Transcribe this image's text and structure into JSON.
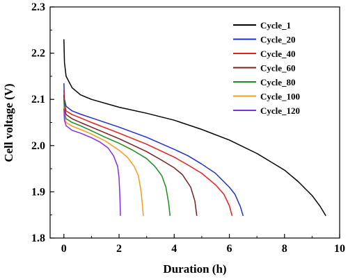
{
  "chart_data": {
    "type": "line",
    "xlabel": "Duration (h)",
    "ylabel": "Cell voltage (V)",
    "xlim": [
      -0.5,
      10
    ],
    "ylim": [
      1.8,
      2.3
    ],
    "xticks": [
      "0",
      "2",
      "4",
      "6",
      "8",
      "10"
    ],
    "xtick_values": [
      0,
      2,
      4,
      6,
      8,
      10
    ],
    "yticks": [
      "1.8",
      "1.9",
      "2.0",
      "2.1",
      "2.2",
      "2.3"
    ],
    "ytick_values": [
      1.8,
      1.9,
      2.0,
      2.1,
      2.2,
      2.3
    ],
    "grid": false,
    "legend_position": "top-right",
    "series": [
      {
        "name": "Cycle_1",
        "color": "#000000",
        "x": [
          0,
          0.02,
          0.08,
          0.3,
          0.6,
          1,
          2,
          3,
          4,
          5,
          6,
          7,
          7.5,
          8,
          8.5,
          9,
          9.3,
          9.5
        ],
        "y": [
          2.23,
          2.18,
          2.15,
          2.125,
          2.11,
          2.1,
          2.083,
          2.07,
          2.055,
          2.035,
          2.012,
          1.983,
          1.965,
          1.947,
          1.922,
          1.892,
          1.868,
          1.848
        ]
      },
      {
        "name": "Cycle_20",
        "color": "#1f2fd0",
        "x": [
          0,
          0.02,
          0.08,
          0.3,
          0.6,
          1,
          2,
          3,
          4,
          4.5,
          5,
          5.5,
          6,
          6.2,
          6.4,
          6.5
        ],
        "y": [
          2.135,
          2.1,
          2.085,
          2.075,
          2.068,
          2.06,
          2.04,
          2.018,
          1.992,
          1.978,
          1.96,
          1.94,
          1.91,
          1.895,
          1.868,
          1.848
        ]
      },
      {
        "name": "Cycle_40",
        "color": "#e81e1e",
        "x": [
          0,
          0.02,
          0.08,
          0.3,
          0.6,
          1,
          2,
          3,
          4,
          4.5,
          5,
          5.5,
          5.8,
          6,
          6.1
        ],
        "y": [
          2.12,
          2.09,
          2.075,
          2.067,
          2.06,
          2.05,
          2.027,
          2.003,
          1.975,
          1.958,
          1.94,
          1.915,
          1.895,
          1.87,
          1.848
        ]
      },
      {
        "name": "Cycle_60",
        "color": "#7a1e1e",
        "x": [
          0,
          0.02,
          0.08,
          0.3,
          0.6,
          1,
          2,
          3,
          3.5,
          4,
          4.3,
          4.6,
          4.75,
          4.82
        ],
        "y": [
          2.11,
          2.08,
          2.067,
          2.058,
          2.05,
          2.04,
          2.015,
          1.987,
          1.97,
          1.952,
          1.937,
          1.91,
          1.88,
          1.848
        ]
      },
      {
        "name": "Cycle_80",
        "color": "#1f8a1f",
        "x": [
          0,
          0.02,
          0.08,
          0.3,
          0.6,
          1,
          1.5,
          2,
          2.5,
          3,
          3.3,
          3.55,
          3.7,
          3.8,
          3.85
        ],
        "y": [
          2.1,
          2.07,
          2.058,
          2.05,
          2.043,
          2.032,
          2.018,
          2.005,
          1.99,
          1.972,
          1.955,
          1.935,
          1.91,
          1.875,
          1.848
        ]
      },
      {
        "name": "Cycle_100",
        "color": "#f39c1a",
        "x": [
          0,
          0.02,
          0.08,
          0.3,
          0.6,
          1,
          1.5,
          2,
          2.3,
          2.55,
          2.7,
          2.8,
          2.85,
          2.88
        ],
        "y": [
          2.085,
          2.06,
          2.05,
          2.042,
          2.035,
          2.025,
          2.01,
          1.99,
          1.975,
          1.955,
          1.935,
          1.9,
          1.87,
          1.848
        ]
      },
      {
        "name": "Cycle_120",
        "color": "#8a2be2",
        "x": [
          0,
          0.02,
          0.08,
          0.3,
          0.6,
          1,
          1.3,
          1.6,
          1.8,
          1.95,
          2.0,
          2.03,
          2.05
        ],
        "y": [
          2.08,
          2.055,
          2.043,
          2.033,
          2.027,
          2.017,
          2.008,
          1.995,
          1.978,
          1.955,
          1.93,
          1.89,
          1.848
        ]
      }
    ]
  }
}
